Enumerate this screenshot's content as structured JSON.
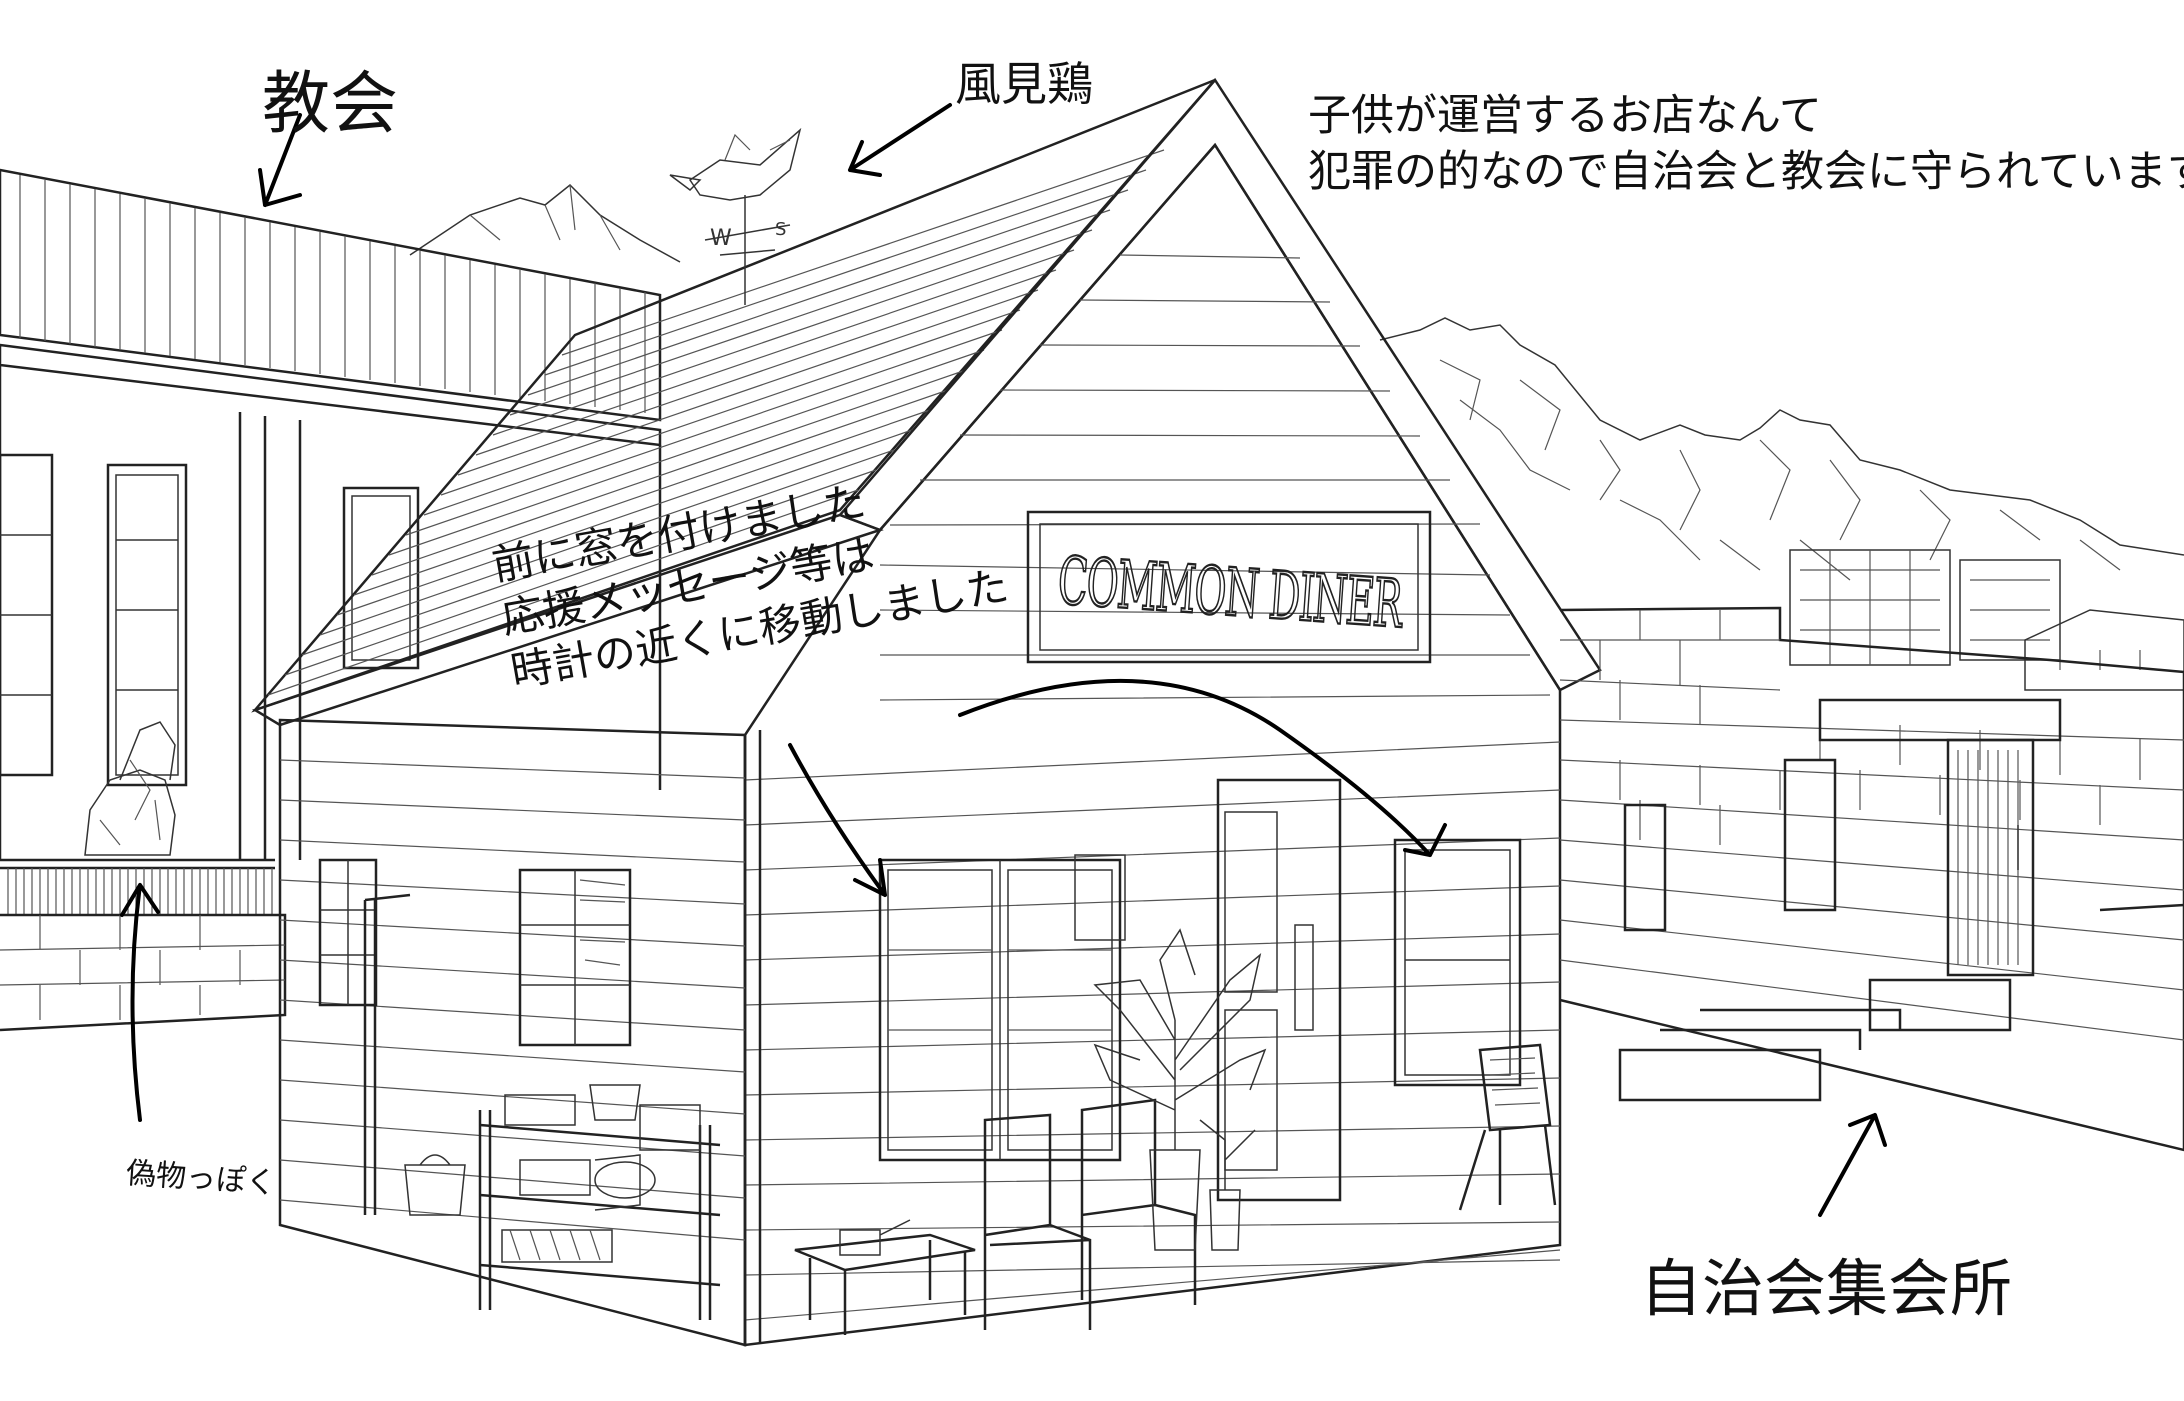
{
  "annotations": {
    "church": "教会",
    "weathervane": "風見鶏",
    "kids_note_line1": "子供が運営するお店なんて",
    "kids_note_line2": "犯罪の的なので自治会と教会に守られています",
    "window_note_line1": "前に窓を付けました",
    "window_note_line2": "応援メッセージ等は",
    "window_note_line3": "時計の近くに移動しました",
    "fake_note": "偽物っぽく",
    "hall": "自治会集会所"
  },
  "sign": {
    "text": "COMMON DINER"
  },
  "colors": {
    "ink": "#222222",
    "paper": "#ffffff"
  }
}
